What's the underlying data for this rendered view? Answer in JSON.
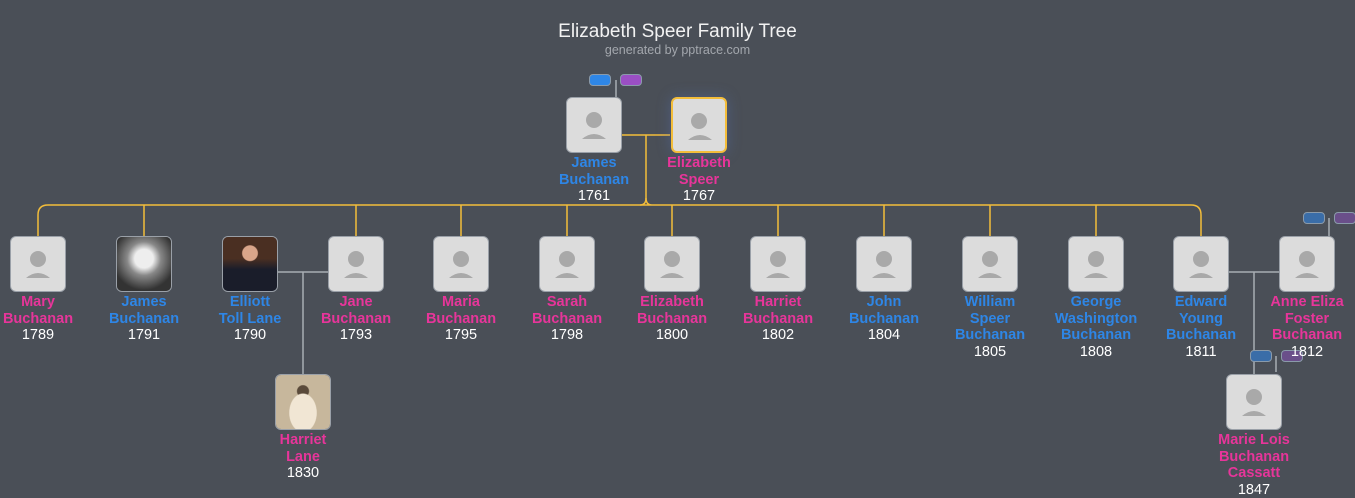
{
  "header": {
    "title": "Elizabeth Speer Family Tree",
    "subtitle": "generated by pptrace.com"
  },
  "colors": {
    "male": "#2e86e6",
    "female": "#e7359a",
    "line": "#f3bd3a",
    "background": "#4a4f57"
  },
  "people": [
    {
      "id": "p0",
      "name": [
        "James",
        "Buchanan"
      ],
      "year": "1761",
      "sex": "m",
      "icon": "person-placeholder-icon"
    },
    {
      "id": "p1",
      "name": [
        "Elizabeth",
        "Speer"
      ],
      "year": "1767",
      "sex": "f",
      "icon": "person-placeholder-icon",
      "focus": true
    },
    {
      "id": "c0",
      "name": [
        "Mary",
        "Buchanan"
      ],
      "year": "1789",
      "sex": "f",
      "icon": "person-placeholder-icon"
    },
    {
      "id": "c1",
      "name": [
        "James",
        "Buchanan"
      ],
      "year": "1791",
      "sex": "m",
      "icon": "portrait-photo"
    },
    {
      "id": "s2",
      "name": [
        "Elliott",
        "Toll Lane"
      ],
      "year": "1790",
      "sex": "m",
      "icon": "portrait-photo"
    },
    {
      "id": "c2",
      "name": [
        "Jane",
        "Buchanan"
      ],
      "year": "1793",
      "sex": "f",
      "icon": "person-placeholder-icon"
    },
    {
      "id": "c3",
      "name": [
        "Maria",
        "Buchanan"
      ],
      "year": "1795",
      "sex": "f",
      "icon": "person-placeholder-icon"
    },
    {
      "id": "c4",
      "name": [
        "Sarah",
        "Buchanan"
      ],
      "year": "1798",
      "sex": "f",
      "icon": "person-placeholder-icon"
    },
    {
      "id": "c5",
      "name": [
        "Elizabeth",
        "Buchanan"
      ],
      "year": "1800",
      "sex": "f",
      "icon": "person-placeholder-icon"
    },
    {
      "id": "c6",
      "name": [
        "Harriet",
        "Buchanan"
      ],
      "year": "1802",
      "sex": "f",
      "icon": "person-placeholder-icon"
    },
    {
      "id": "c7",
      "name": [
        "John",
        "Buchanan"
      ],
      "year": "1804",
      "sex": "m",
      "icon": "person-placeholder-icon"
    },
    {
      "id": "c8",
      "name": [
        "William",
        "Speer",
        "Buchanan"
      ],
      "year": "1805",
      "sex": "m",
      "icon": "person-placeholder-icon"
    },
    {
      "id": "c9",
      "name": [
        "George",
        "Washington",
        "Buchanan"
      ],
      "year": "1808",
      "sex": "m",
      "icon": "person-placeholder-icon"
    },
    {
      "id": "c10",
      "name": [
        "Edward",
        "Young",
        "Buchanan"
      ],
      "year": "1811",
      "sex": "m",
      "icon": "person-placeholder-icon"
    },
    {
      "id": "s10",
      "name": [
        "Anne Eliza",
        "Foster",
        "Buchanan"
      ],
      "year": "1812",
      "sex": "f",
      "icon": "person-placeholder-icon"
    },
    {
      "id": "g2",
      "name": [
        "Harriet",
        "Lane"
      ],
      "year": "1830",
      "sex": "f",
      "icon": "portrait-photo"
    },
    {
      "id": "g10",
      "name": [
        "Marie Lois",
        "Buchanan",
        "Cassatt"
      ],
      "year": "1847",
      "sex": "f",
      "icon": "person-placeholder-icon"
    }
  ]
}
